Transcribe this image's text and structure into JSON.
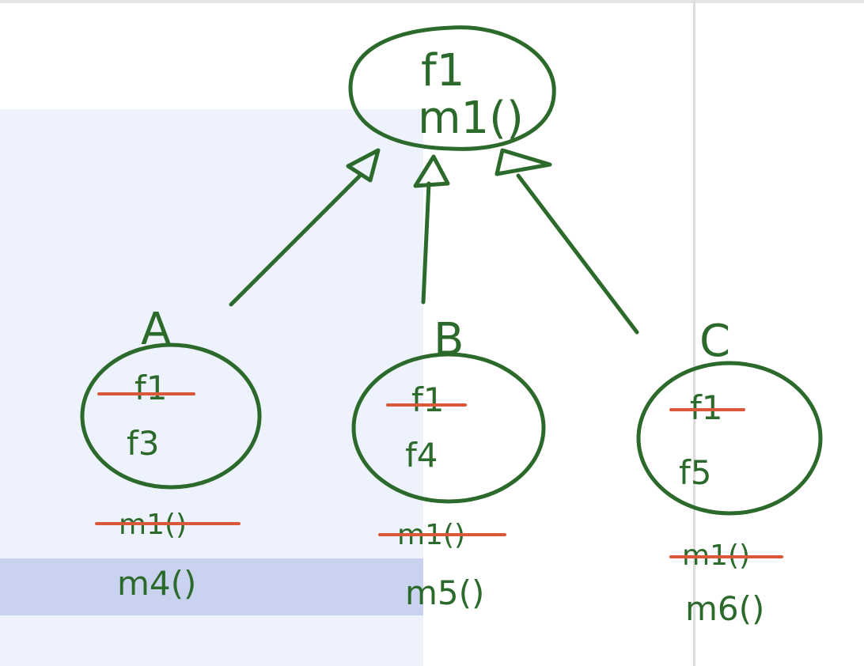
{
  "colors": {
    "ink": "#2b6a2b",
    "strike": "#d9583a",
    "selection": "#c9d3f0",
    "panel": "#eef2fc"
  },
  "parent": {
    "field": "f1",
    "method": "m1()"
  },
  "children": [
    {
      "label": "A",
      "inherited_field": "f1",
      "own_field": "f3",
      "inherited_method": "m1()",
      "own_method": "m4()"
    },
    {
      "label": "B",
      "inherited_field": "f1",
      "own_field": "f4",
      "inherited_method": "m1()",
      "own_method": "m5()"
    },
    {
      "label": "C",
      "inherited_field": "f1",
      "own_field": "f5",
      "inherited_method": "m1()",
      "own_method": "m6()"
    }
  ]
}
